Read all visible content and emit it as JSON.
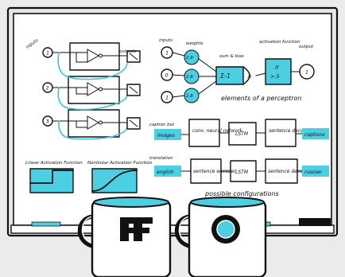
{
  "colors": {
    "accent": "#4ccfe3",
    "ink": "#111111",
    "board_frame": "#e9e9e9",
    "floor": "#ebebeb"
  },
  "perceptron": {
    "inputs_label": "inputs",
    "weights_label": "weights",
    "sum_bias_label": "sum & bias",
    "activation_label": "activation function",
    "output_label": "output",
    "input_values": [
      "1",
      "0",
      "1"
    ],
    "weight_values": [
      "2.9",
      "2.8",
      "2.8"
    ],
    "sum_text": "Σ-1",
    "bias_text": ".6",
    "activation_text": [
      "if",
      ">.5"
    ],
    "output_value": "1",
    "caption": "elements of a perceptron"
  },
  "circuit": {
    "inputs_label": "inputs",
    "outputs_label": "outputs",
    "input_values": [
      "1",
      "2",
      "3"
    ]
  },
  "activation_functions": {
    "linear_label": "Linear Activation Function",
    "nonlinear_label": "Nonlinear Activation Function"
  },
  "caption_bot": {
    "label": "caption bot",
    "input": "images",
    "cnn": "conv. neural network",
    "lstm": "LSTM",
    "decoder": "sentence decoder",
    "output": "captions"
  },
  "translation": {
    "label": "translation",
    "input": "english",
    "encoder": "sentence encoder",
    "lstm": "LSTM",
    "decoder": "sentence decoder",
    "output": "russian"
  },
  "configs_caption": "possible configurations",
  "mugs": {
    "left_logo": "FF",
    "right_logo": "O"
  }
}
